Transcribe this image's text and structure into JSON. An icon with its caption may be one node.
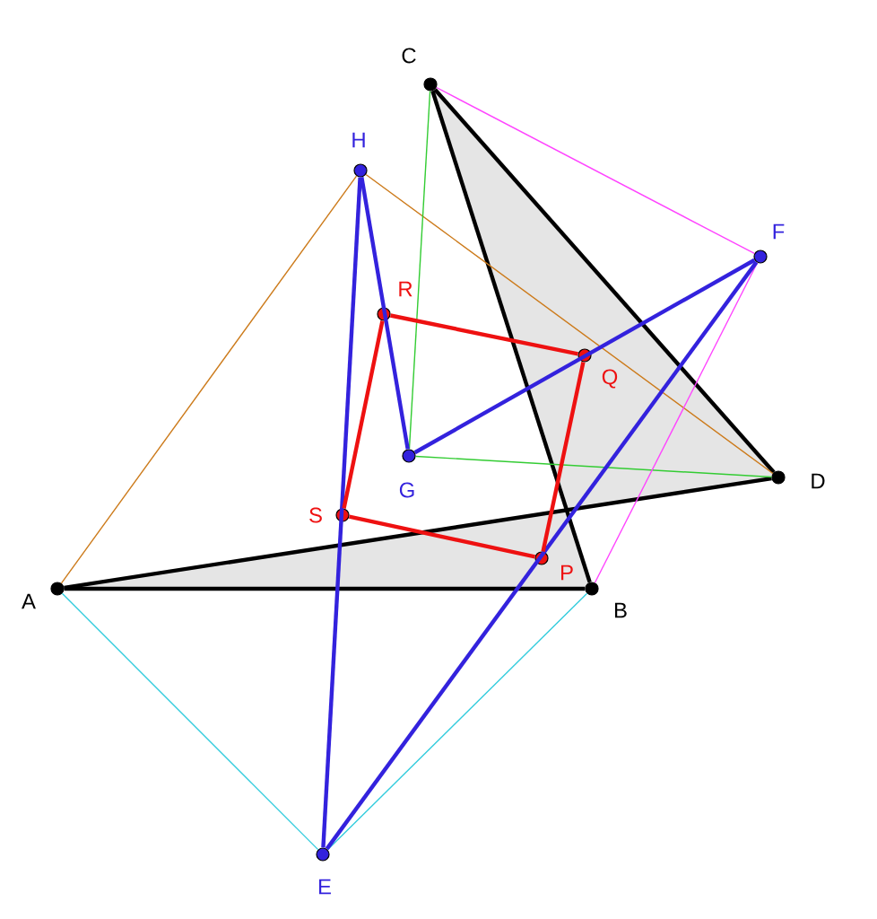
{
  "diagram": {
    "nodes": [
      {
        "text": [],
        "shape": "circle",
        "beside": [
          "A"
        ]
      },
      {
        "text": [],
        "shape": "circle",
        "beside": [
          "B"
        ]
      },
      {
        "text": [],
        "shape": "circle",
        "beside": [
          "C"
        ]
      },
      {
        "text": [],
        "shape": "circle",
        "beside": [
          "D"
        ]
      },
      {
        "text": [],
        "shape": "circle",
        "beside": [
          "E"
        ]
      },
      {
        "text": [],
        "shape": "circle",
        "beside": [
          "F"
        ]
      },
      {
        "text": [],
        "shape": "circle",
        "beside": [
          "G"
        ]
      },
      {
        "text": [],
        "shape": "circle",
        "beside": [
          "H"
        ]
      },
      {
        "text": [],
        "shape": "circle",
        "beside": [
          "P"
        ]
      },
      {
        "text": [],
        "shape": "circle",
        "beside": [
          "Q"
        ]
      },
      {
        "text": [],
        "shape": "circle",
        "beside": [
          "R"
        ]
      },
      {
        "text": [],
        "shape": "circle",
        "beside": [
          "S"
        ]
      }
    ],
    "edges": [
      {
        "from": 0,
        "to": 1,
        "arrow": "none",
        "color": "#000000"
      },
      {
        "from": 1,
        "to": 2,
        "arrow": "none",
        "color": "#000000"
      },
      {
        "from": 2,
        "to": 3,
        "arrow": "none",
        "color": "#000000"
      },
      {
        "from": 0,
        "to": 3,
        "arrow": "none",
        "color": "#000000"
      },
      {
        "from": 0,
        "to": 7,
        "arrow": "none",
        "color": "#cc7a1a"
      },
      {
        "from": 7,
        "to": 3,
        "arrow": "none",
        "color": "#cc7a1a"
      },
      {
        "from": 2,
        "to": 6,
        "arrow": "none",
        "color": "#33cc33"
      },
      {
        "from": 6,
        "to": 3,
        "arrow": "none",
        "color": "#33cc33"
      },
      {
        "from": 2,
        "to": 5,
        "arrow": "none",
        "color": "#ff44ff"
      },
      {
        "from": 5,
        "to": 1,
        "arrow": "none",
        "color": "#ff44ff"
      },
      {
        "from": 0,
        "to": 4,
        "arrow": "none",
        "color": "#33ccdd"
      },
      {
        "from": 4,
        "to": 1,
        "arrow": "none",
        "color": "#33ccdd"
      },
      {
        "from": 7,
        "to": 6,
        "arrow": "none",
        "color": "#3322dd"
      },
      {
        "from": 6,
        "to": 5,
        "arrow": "none",
        "color": "#3322dd"
      },
      {
        "from": 7,
        "to": 4,
        "arrow": "none",
        "color": "#3322dd"
      },
      {
        "from": 4,
        "to": 5,
        "arrow": "none",
        "color": "#3322dd"
      },
      {
        "from": 10,
        "to": 9,
        "arrow": "none",
        "color": "#ee1111"
      },
      {
        "from": 9,
        "to": 8,
        "arrow": "none",
        "color": "#ee1111"
      },
      {
        "from": 8,
        "to": 11,
        "arrow": "none",
        "color": "#ee1111"
      },
      {
        "from": 11,
        "to": 10,
        "arrow": "none",
        "color": "#ee1111"
      }
    ]
  }
}
